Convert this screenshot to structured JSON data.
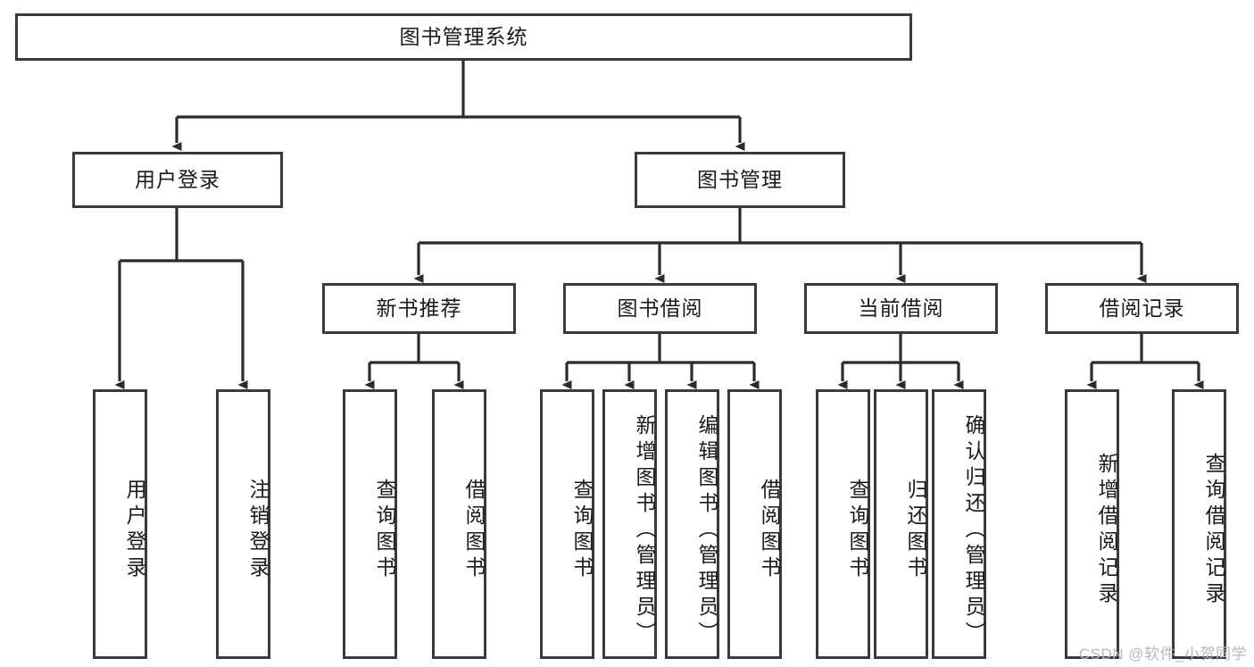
{
  "diagram": {
    "type": "tree",
    "title": "图书管理系统",
    "orientation": "top-down",
    "colors": {
      "box_border": "#3a3a3a",
      "box_fill": "#ffffff",
      "edge": "#2b2b2b",
      "text": "#1a1a1a",
      "watermark": "#b8b8b8",
      "background": "#ffffff"
    },
    "levels": {
      "root": "图书管理系统",
      "level2": [
        "用户登录",
        "图书管理"
      ],
      "level3": [
        "新书推荐",
        "图书借阅",
        "当前借阅",
        "借阅记录"
      ]
    },
    "nodes": {
      "root": {
        "label": "图书管理系统"
      },
      "user_login": {
        "label": "用户登录"
      },
      "book_manage": {
        "label": "图书管理"
      },
      "new_book_rec": {
        "label": "新书推荐"
      },
      "book_borrow": {
        "label": "图书借阅"
      },
      "current_borrow": {
        "label": "当前借阅"
      },
      "borrow_record": {
        "label": "借阅记录"
      },
      "leaf_user_login": {
        "label": "用户登录"
      },
      "leaf_logout": {
        "label": "注销登录"
      },
      "leaf_query_book_1": {
        "label": "查询图书"
      },
      "leaf_borrow_book_1": {
        "label": "借阅图书"
      },
      "leaf_query_book_2": {
        "label": "查询图书"
      },
      "leaf_add_book": {
        "label": "新增图书（管理员）"
      },
      "leaf_edit_book": {
        "label": "编辑图书（管理员）"
      },
      "leaf_borrow_book_2": {
        "label": "借阅图书"
      },
      "leaf_query_book_3": {
        "label": "查询图书"
      },
      "leaf_return_book": {
        "label": "归还图书"
      },
      "leaf_confirm_return": {
        "label": "确认归还（管理员）"
      },
      "leaf_add_record": {
        "label": "新增借阅记录"
      },
      "leaf_query_record": {
        "label": "查询借阅记录"
      }
    },
    "edges": [
      {
        "from": "root",
        "to": "user_login"
      },
      {
        "from": "root",
        "to": "book_manage"
      },
      {
        "from": "user_login",
        "to": "leaf_user_login"
      },
      {
        "from": "user_login",
        "to": "leaf_logout"
      },
      {
        "from": "book_manage",
        "to": "new_book_rec"
      },
      {
        "from": "book_manage",
        "to": "book_borrow"
      },
      {
        "from": "book_manage",
        "to": "current_borrow"
      },
      {
        "from": "book_manage",
        "to": "borrow_record"
      },
      {
        "from": "new_book_rec",
        "to": "leaf_query_book_1"
      },
      {
        "from": "new_book_rec",
        "to": "leaf_borrow_book_1"
      },
      {
        "from": "book_borrow",
        "to": "leaf_query_book_2"
      },
      {
        "from": "book_borrow",
        "to": "leaf_add_book"
      },
      {
        "from": "book_borrow",
        "to": "leaf_edit_book"
      },
      {
        "from": "book_borrow",
        "to": "leaf_borrow_book_2"
      },
      {
        "from": "current_borrow",
        "to": "leaf_query_book_3"
      },
      {
        "from": "current_borrow",
        "to": "leaf_return_book"
      },
      {
        "from": "current_borrow",
        "to": "leaf_confirm_return"
      },
      {
        "from": "borrow_record",
        "to": "leaf_add_record"
      },
      {
        "from": "borrow_record",
        "to": "leaf_query_record"
      }
    ]
  },
  "watermark": {
    "text": "CSDN @软件_小贺同学"
  }
}
